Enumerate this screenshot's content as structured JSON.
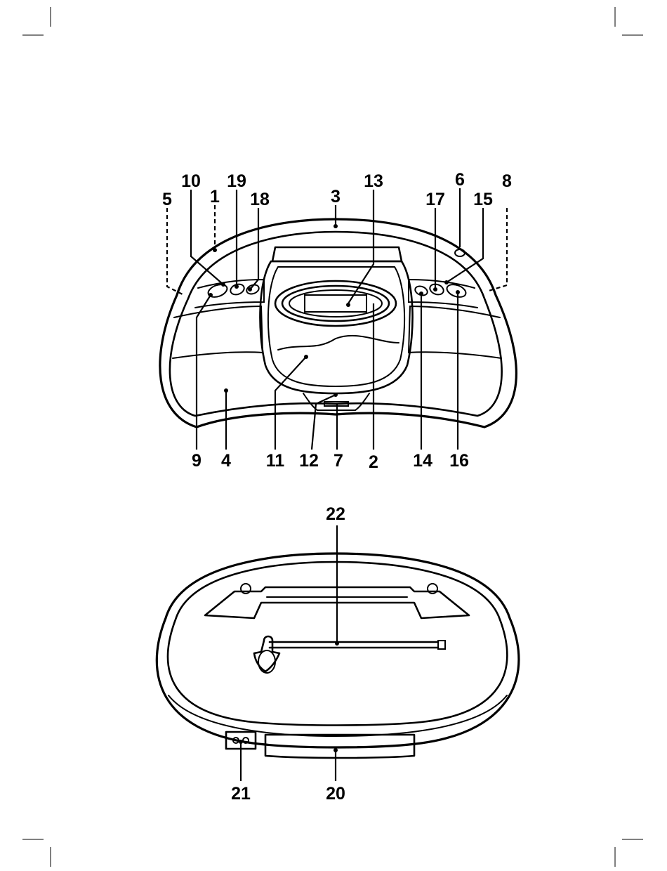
{
  "front_view": {
    "callouts": {
      "c1": "1",
      "c2": "2",
      "c3": "3",
      "c4": "4",
      "c5": "5",
      "c6": "6",
      "c7": "7",
      "c8": "8",
      "c9": "9",
      "c10": "10",
      "c11": "11",
      "c12": "12",
      "c13": "13",
      "c14": "14",
      "c15": "15",
      "c16": "16",
      "c17": "17",
      "c18": "18",
      "c19": "19"
    }
  },
  "rear_view": {
    "callouts": {
      "c20": "20",
      "c21": "21",
      "c22": "22"
    }
  }
}
